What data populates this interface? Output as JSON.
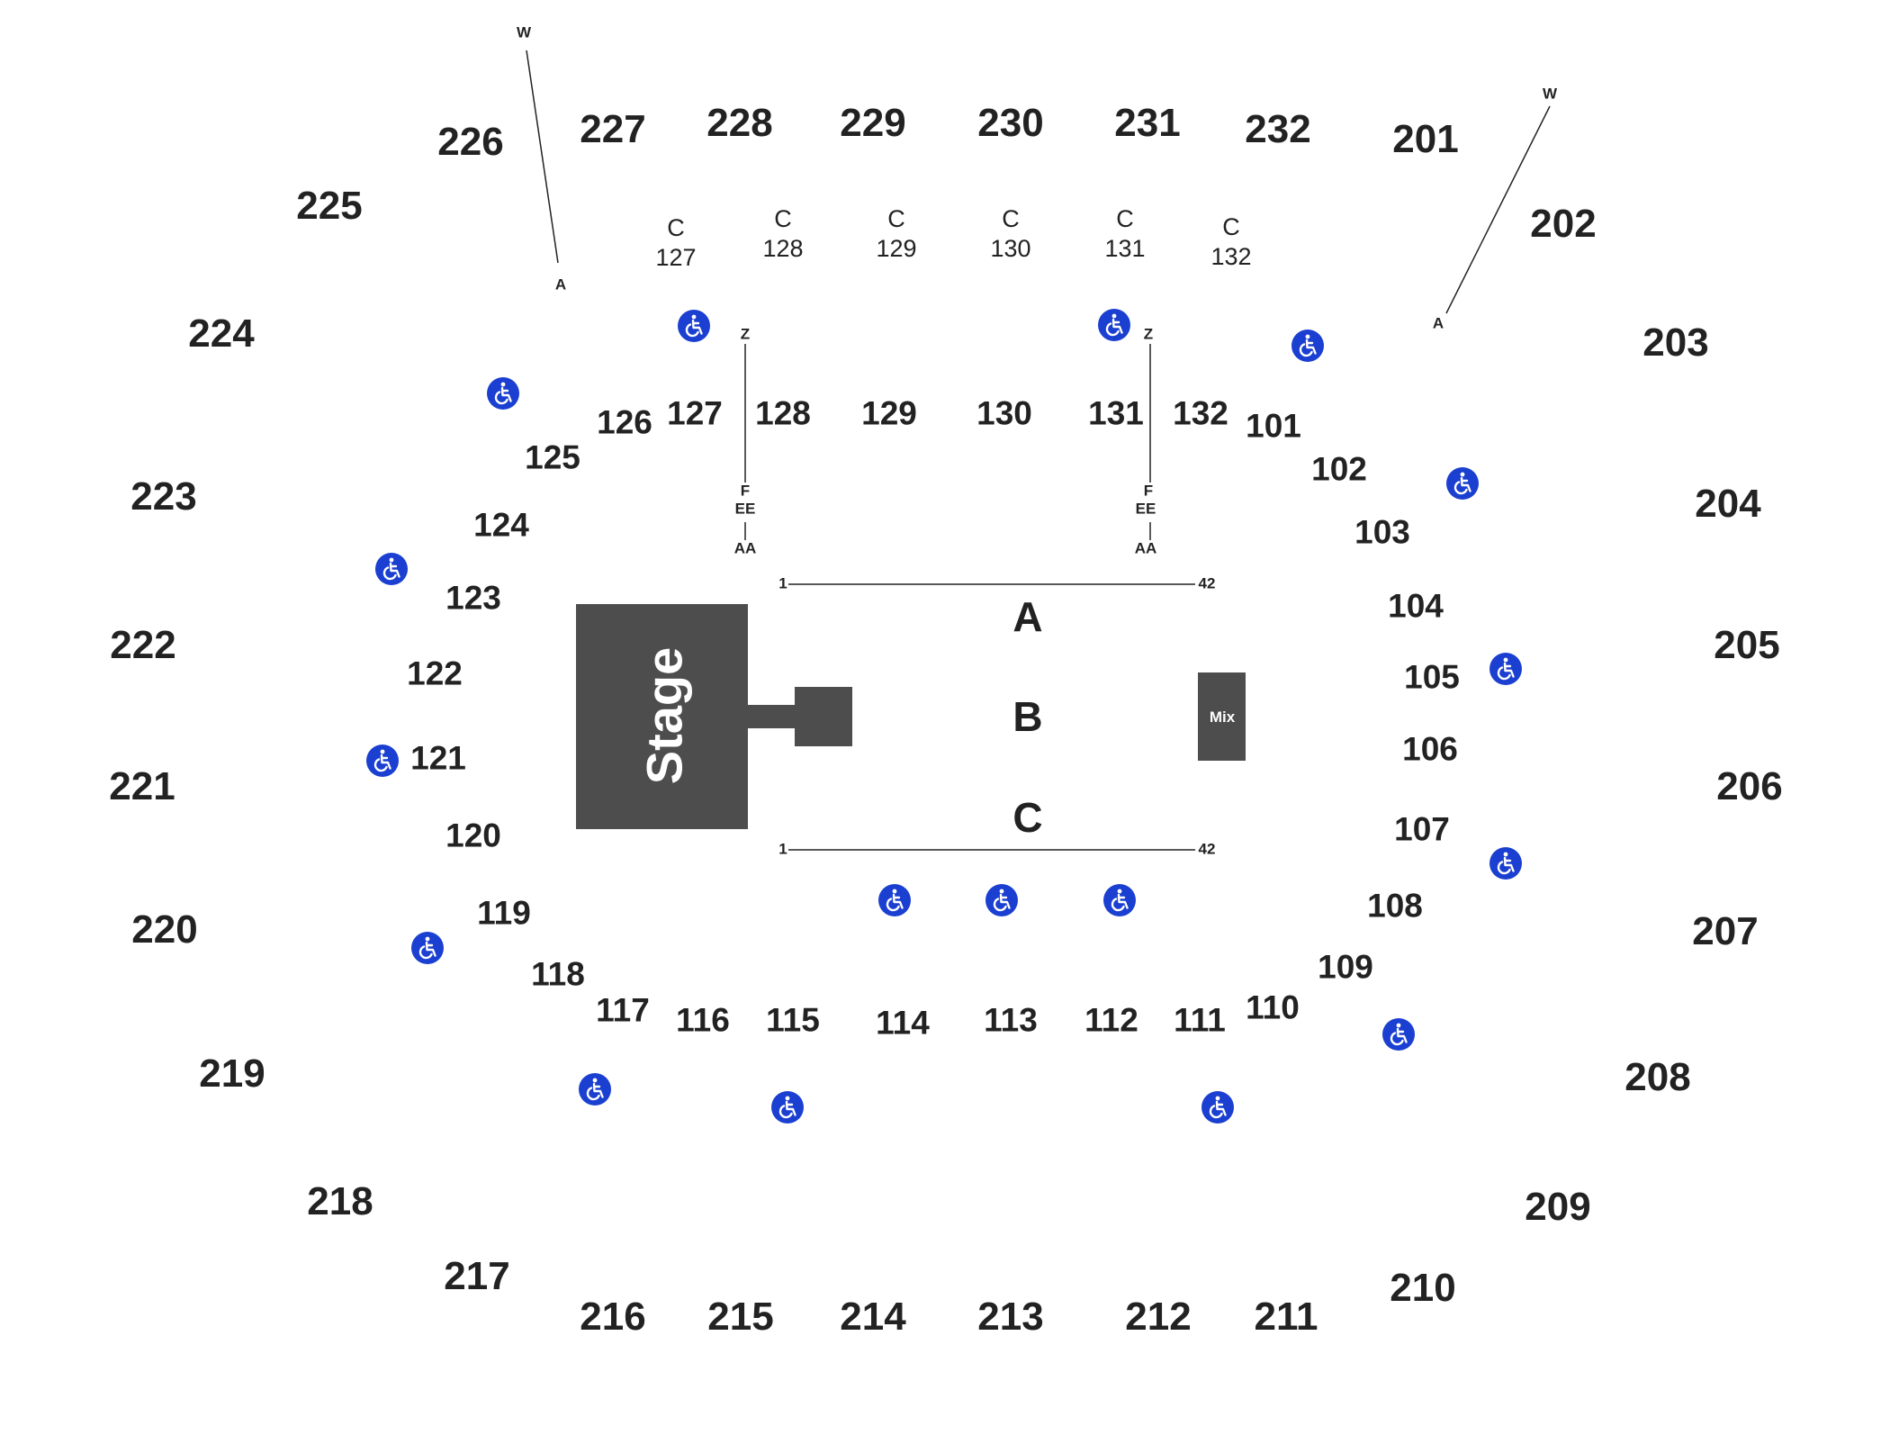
{
  "map": {
    "stage_label": "Stage",
    "mix_label": "Mix",
    "rows": [
      "A",
      "B",
      "C"
    ],
    "row_start": "1",
    "row_end": "42",
    "colors": {
      "ink": "#222222",
      "block": "#4d4d4d",
      "accessible": "#1a3fd1"
    },
    "icons": {
      "accessible": "wheelchair-icon"
    }
  },
  "upper_sections": [
    "201",
    "202",
    "203",
    "204",
    "205",
    "206",
    "207",
    "208",
    "209",
    "210",
    "211",
    "212",
    "213",
    "214",
    "215",
    "216",
    "217",
    "218",
    "219",
    "220",
    "221",
    "222",
    "223",
    "224",
    "225",
    "226",
    "227",
    "228",
    "229",
    "230",
    "231",
    "232"
  ],
  "lower_sections": [
    "101",
    "102",
    "103",
    "104",
    "105",
    "106",
    "107",
    "108",
    "109",
    "110",
    "111",
    "112",
    "113",
    "114",
    "115",
    "116",
    "117",
    "118",
    "119",
    "120",
    "121",
    "122",
    "123",
    "124",
    "125",
    "126",
    "127",
    "128",
    "129",
    "130",
    "131",
    "132"
  ],
  "club_sections": [
    {
      "row": "C",
      "number": "127"
    },
    {
      "row": "C",
      "number": "128"
    },
    {
      "row": "C",
      "number": "129"
    },
    {
      "row": "C",
      "number": "130"
    },
    {
      "row": "C",
      "number": "131"
    },
    {
      "row": "C",
      "number": "132"
    }
  ],
  "row_markers": {
    "upper_left": {
      "top": "W",
      "bottom": "A"
    },
    "upper_right": {
      "top": "W",
      "bottom": "A"
    },
    "lower_left": {
      "top": "Z",
      "mid1": "F",
      "mid2": "EE",
      "bottom": "AA"
    },
    "lower_right": {
      "top": "Z",
      "mid1": "F",
      "mid2": "EE",
      "bottom": "AA"
    }
  }
}
